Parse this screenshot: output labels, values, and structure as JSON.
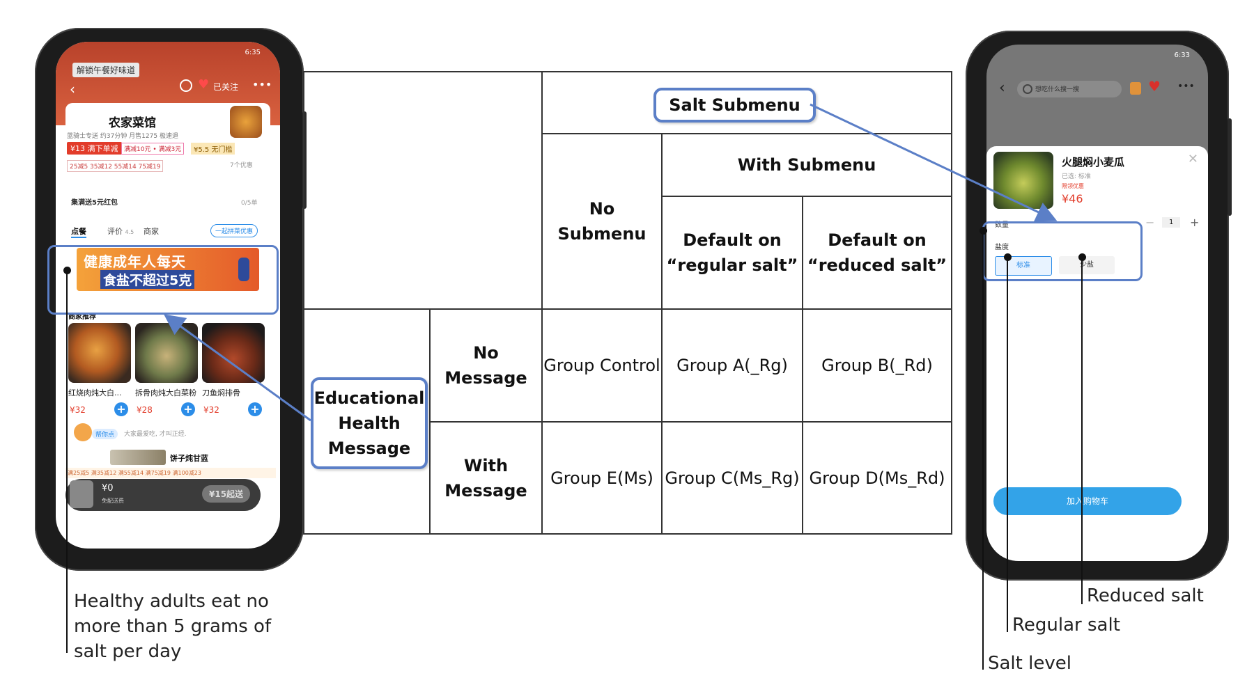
{
  "table": {
    "header_salt_submenu": "Salt Submenu",
    "header_with_submenu": "With Submenu",
    "header_no_submenu": "No\nSubmenu",
    "header_default_regular": "Default on\n“regular salt”",
    "header_default_reduced": "Default on\n“reduced salt”",
    "row_header_message": "Educational\nHealth\nMessage",
    "row_no_message": "No\nMessage",
    "row_with_message": "With\nMessage",
    "cells": [
      [
        "Group Control",
        "Group A(_Rg)",
        "Group B(_Rd)"
      ],
      [
        "Group E(Ms)",
        "Group C(Ms_Rg)",
        "Group D(Ms_Rd)"
      ]
    ]
  },
  "captions": {
    "healthy_adults": "Healthy adults eat no\nmore than 5 grams of\nsalt per day",
    "reduced_salt": "Reduced salt",
    "regular_salt": "Regular salt",
    "salt_level": "Salt level"
  },
  "left_phone": {
    "time": "6:35",
    "search_pill": "解锁午餐好味道",
    "follow": "已关注",
    "store_name": "农家菜馆",
    "store_meta": "蓝骑士专送 约37分钟 月售1275 极速退",
    "coupon_main": "¥13 满下单减",
    "coupon_2": "满减10元 • 满减3元",
    "coupon_3": "¥5.5 无门槛",
    "discounts": "25减5 35减12 55减14 75减19",
    "discount_more": "7个优惠",
    "redpacket": "集满送5元红包",
    "redpacket_count": "0/5单",
    "tab_order": "点餐",
    "tab_review": "评价",
    "tab_review_score": "4.5",
    "tab_store": "商家",
    "tab_button": "一起拼菜优惠",
    "banner_line1": "健康成年人每天",
    "banner_line2": "食盐不超过5克",
    "rec_title": "商家推荐",
    "foods": [
      {
        "name": "红烧肉炖大白...",
        "price": "¥32"
      },
      {
        "name": "拆骨肉炖大白菜粉",
        "price": "¥28"
      },
      {
        "name": "刀鱼焖排骨",
        "price": "¥32"
      }
    ],
    "chat": "大家最爱吃, 才叫正经.",
    "chat_helper": "帮你点",
    "next_dish": "饼子炖甘蓝",
    "bottom_price": "¥0",
    "bottom_fee": "免配送费",
    "bottom_button": "¥15起送",
    "bottom_strip": "满25减5 满35减12 满55减14 满75减19 满100减23"
  },
  "right_phone": {
    "time": "6:33",
    "search_placeholder": "想吃什么搜一搜",
    "dish_name": "火腿焖小麦瓜",
    "dish_sub": "已选: 标准",
    "dish_promo": "限领优惠",
    "dish_price": "¥46",
    "qty_label": "数量",
    "qty_value": "1",
    "salt_label": "盐度",
    "opt_standard": "标准",
    "opt_less": "少盐",
    "add_to_cart": "加入购物车"
  },
  "colors": {
    "accent_blue": "#5b7fc7",
    "brand_red": "#c64a30",
    "cart_blue": "#33a3e8"
  }
}
